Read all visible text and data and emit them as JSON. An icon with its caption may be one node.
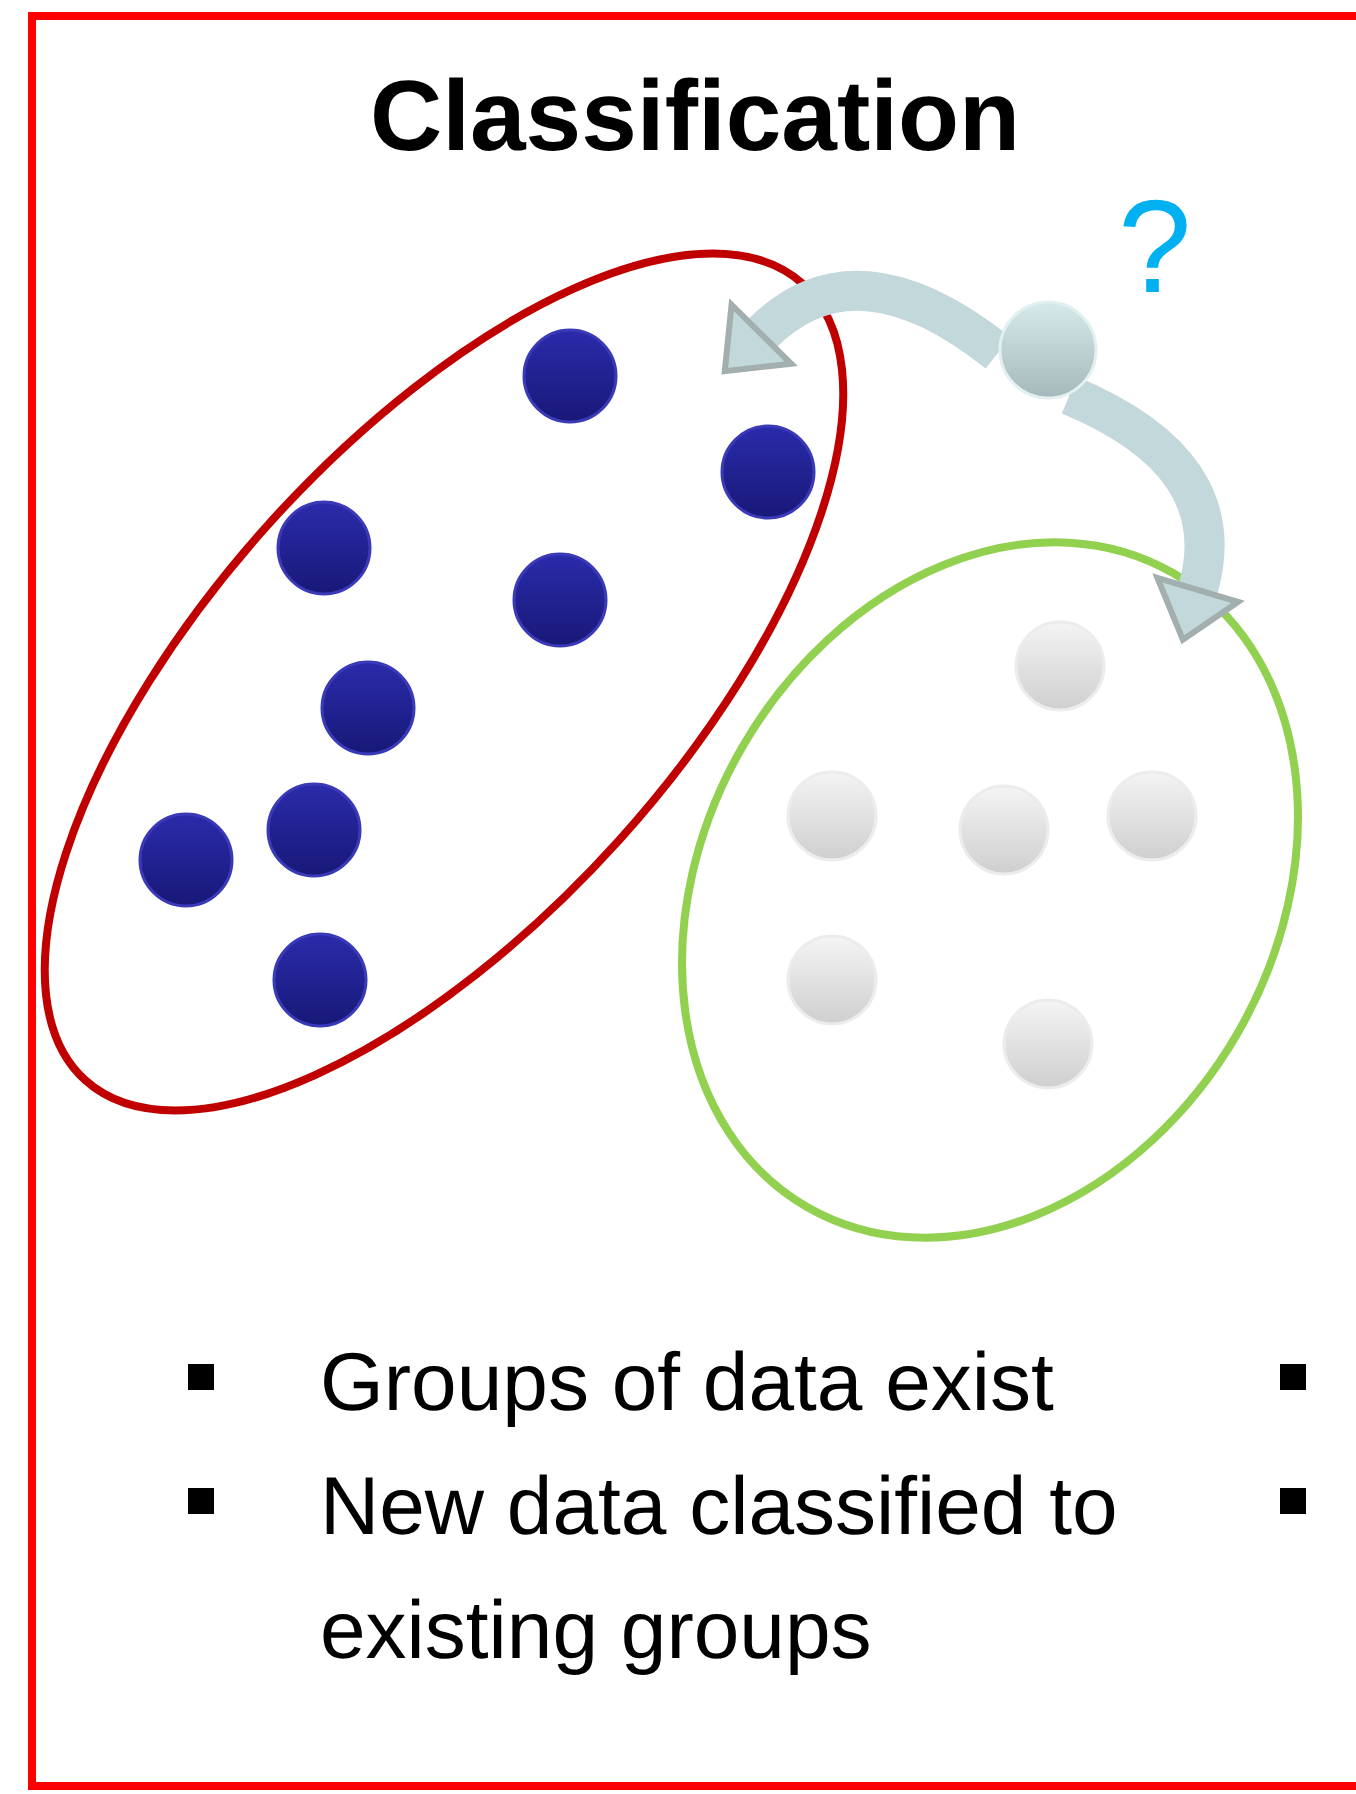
{
  "diagram": {
    "title": "Classification",
    "nodes": [
      {
        "text": [],
        "shape": "ellipse"
      },
      {
        "text": [],
        "shape": "circle",
        "in": 0
      },
      {
        "text": [],
        "shape": "circle",
        "in": 0
      },
      {
        "text": [],
        "shape": "circle",
        "in": 0
      },
      {
        "text": [],
        "shape": "circle",
        "in": 0
      },
      {
        "text": [],
        "shape": "circle",
        "in": 0
      },
      {
        "text": [],
        "shape": "circle",
        "in": 0
      },
      {
        "text": [],
        "shape": "circle",
        "in": 0
      },
      {
        "text": [],
        "shape": "circle",
        "in": 0
      },
      {
        "text": [],
        "shape": "ellipse"
      },
      {
        "text": [],
        "shape": "circle",
        "in": 9
      },
      {
        "text": [],
        "shape": "circle",
        "in": 9
      },
      {
        "text": [],
        "shape": "circle",
        "in": 9
      },
      {
        "text": [],
        "shape": "circle",
        "in": 9
      },
      {
        "text": [],
        "shape": "circle",
        "in": 9
      },
      {
        "text": [],
        "shape": "circle",
        "in": 9
      },
      {
        "text": [],
        "shape": "circle",
        "beside": [
          "?"
        ]
      }
    ],
    "edges": [
      {
        "from": 16,
        "to": 0,
        "arrow": "to"
      },
      {
        "from": 16,
        "to": 9,
        "arrow": "to"
      }
    ],
    "labels": [
      "Groups of data exist",
      "New data classified to existing groups"
    ]
  }
}
